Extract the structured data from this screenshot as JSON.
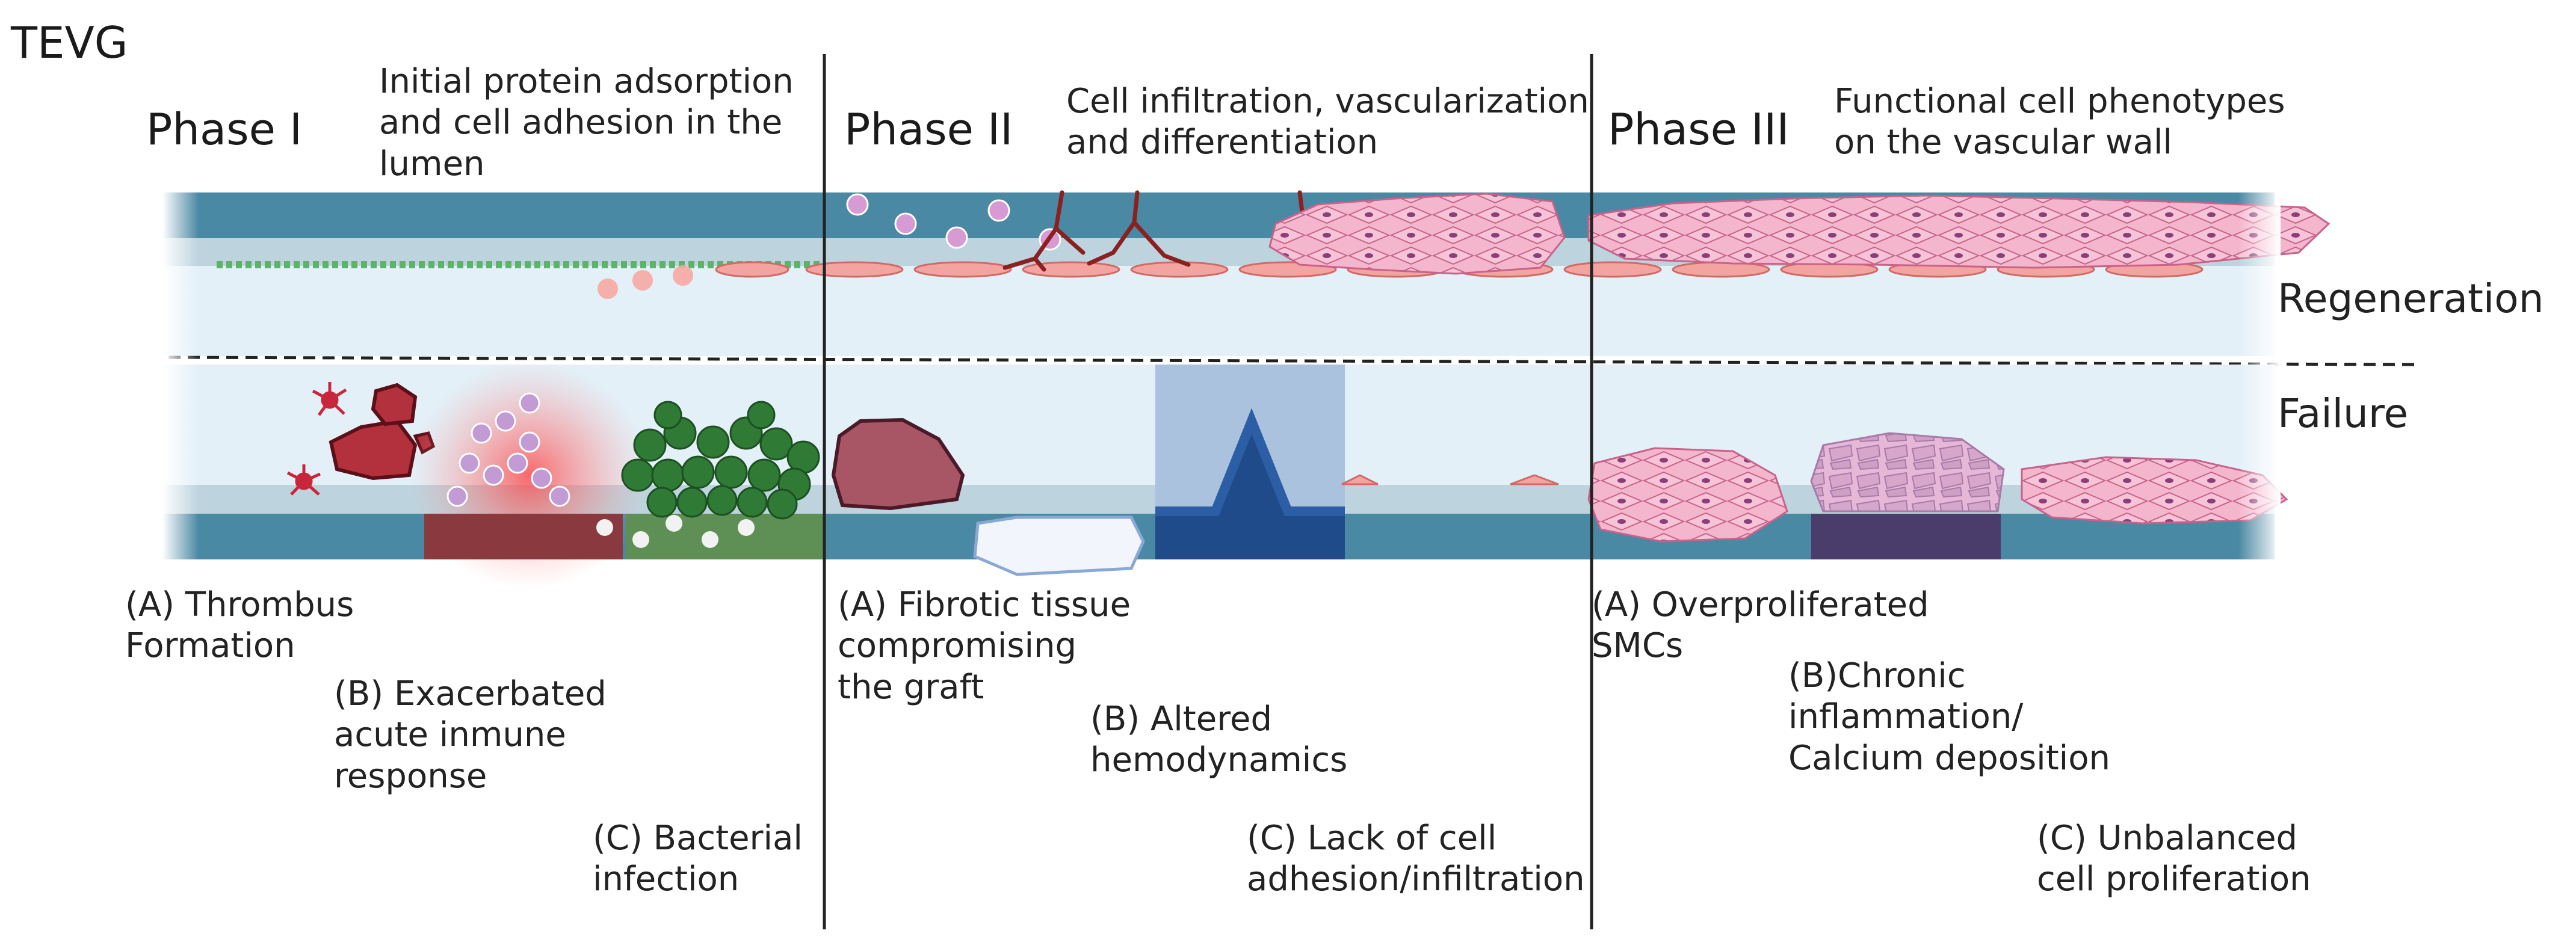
{
  "title": "TEVG",
  "phases": [
    {
      "label": "Phase I",
      "description": "Initial protein adsorption\nand cell adhesion in the\nlumen"
    },
    {
      "label": "Phase II",
      "description": "Cell infiltration, vascularization\nand differentiation"
    },
    {
      "label": "Phase III",
      "description": "Functional cell phenotypes\non the vascular wall"
    }
  ],
  "outcomes": {
    "regeneration": "Regeneration",
    "failure": "Failure"
  },
  "failures": {
    "phase1": {
      "a": "(A) Thrombus\n Formation",
      "b": "(B) Exacerbated\n acute inmune\n response",
      "c": "(C) Bacterial\n infection"
    },
    "phase2": {
      "a": "(A) Fibrotic tissue\n compromising\n the graft",
      "b": "(B) Altered\n hemodynamics",
      "c": "(C) Lack of cell\n adhesion/infiltration"
    },
    "phase3": {
      "a": "(A) Overproliferated\n SMCs",
      "b": "(B)Chronic\n inflammation/\n Calcium deposition",
      "c": "(C) Unbalanced\n cell proliferation"
    }
  },
  "colors": {
    "wall": "#4a89a3",
    "intima": "#bdd4de",
    "lumen": "#e3f0f8",
    "smc": "#f4b6cc",
    "thrombus": "#b3303d",
    "bacteria": "#2f7a34",
    "calcium": "#4b3d6b",
    "stenosis": "#1f4b8a"
  }
}
